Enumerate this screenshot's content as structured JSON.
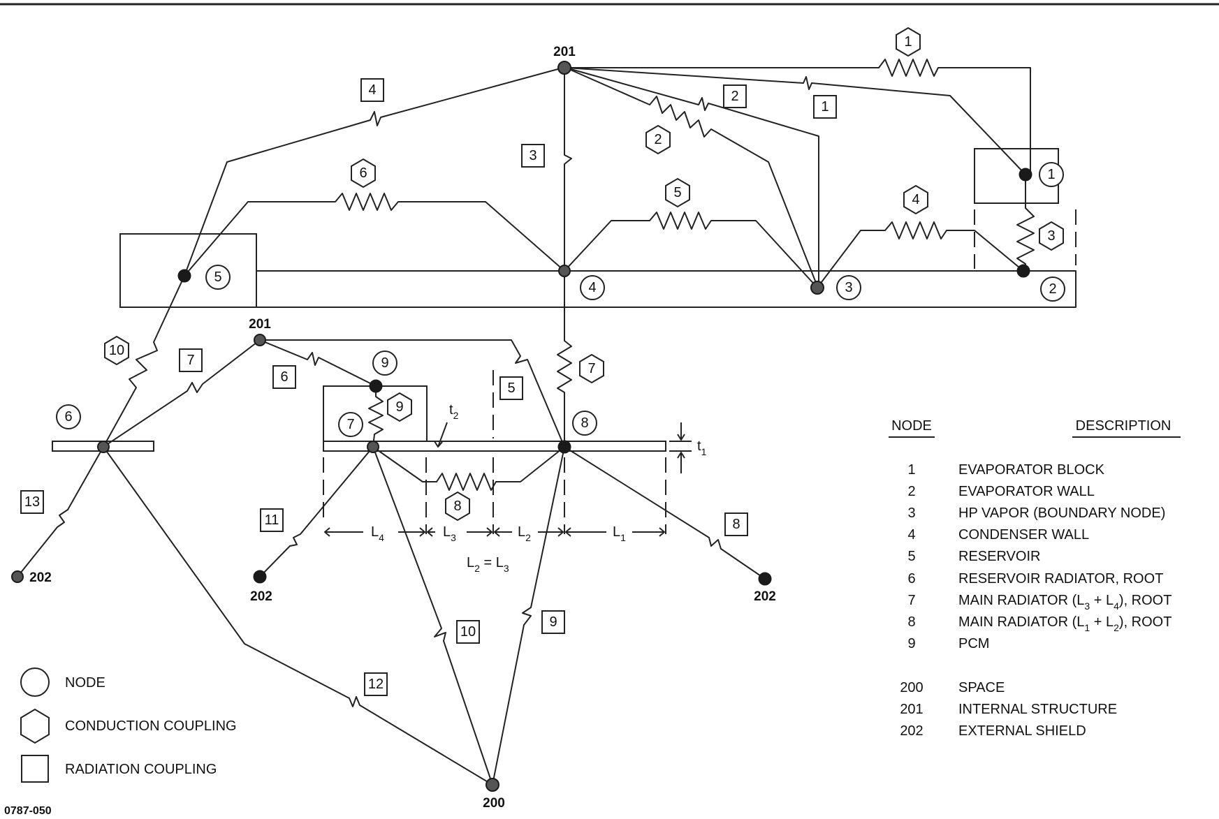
{
  "figure_id": "0787-050",
  "node_labels": {
    "n201": "201",
    "n202": "202",
    "n200": "200"
  },
  "equation": {
    "lhs": "L",
    "lhs_sub": "2",
    "eq": " = ",
    "rhs": "L",
    "rhs_sub": "3"
  },
  "dims": {
    "L1": {
      "base": "L",
      "sub": "1"
    },
    "L2": {
      "base": "L",
      "sub": "2"
    },
    "L3": {
      "base": "L",
      "sub": "3"
    },
    "L4": {
      "base": "L",
      "sub": "4"
    },
    "t1": {
      "base": "t",
      "sub": "1"
    },
    "t2": {
      "base": "t",
      "sub": "2"
    }
  },
  "legend_shapes": [
    {
      "shape": "circle",
      "label": "NODE"
    },
    {
      "shape": "hexagon",
      "label": "CONDUCTION COUPLING"
    },
    {
      "shape": "square",
      "label": "RADIATION COUPLING"
    }
  ],
  "table": {
    "headers": {
      "node": "NODE",
      "description": "DESCRIPTION"
    },
    "rows": [
      {
        "node": "1",
        "description": "EVAPORATOR BLOCK"
      },
      {
        "node": "2",
        "description": "EVAPORATOR WALL"
      },
      {
        "node": "3",
        "description": "HP VAPOR (BOUNDARY NODE)"
      },
      {
        "node": "4",
        "description": "CONDENSER WALL"
      },
      {
        "node": "5",
        "description": "RESERVOIR"
      },
      {
        "node": "6",
        "description": "RESERVOIR RADIATOR, ROOT"
      },
      {
        "node": "7",
        "description": "MAIN RADIATOR (L3 + L4), ROOT",
        "parts": [
          "MAIN RADIATOR (L",
          "3",
          " + L",
          "4",
          "), ROOT"
        ]
      },
      {
        "node": "8",
        "description": "MAIN RADIATOR (L1 + L2), ROOT",
        "parts": [
          "MAIN RADIATOR (L",
          "1",
          " + L",
          "2",
          "), ROOT"
        ]
      },
      {
        "node": "9",
        "description": "PCM"
      },
      {
        "node": "200",
        "description": "SPACE"
      },
      {
        "node": "201",
        "description": "INTERNAL STRUCTURE"
      },
      {
        "node": "202",
        "description": "EXTERNAL SHIELD"
      }
    ]
  },
  "node_circles": [
    "1",
    "2",
    "3",
    "4",
    "5",
    "6",
    "7",
    "8",
    "9"
  ],
  "conduction_couplings": [
    "1",
    "2",
    "3",
    "4",
    "5",
    "6",
    "7",
    "8",
    "9",
    "10"
  ],
  "radiation_couplings": [
    "1",
    "2",
    "3",
    "4",
    "5",
    "6",
    "7",
    "8",
    "9",
    "10",
    "11",
    "12",
    "13"
  ]
}
